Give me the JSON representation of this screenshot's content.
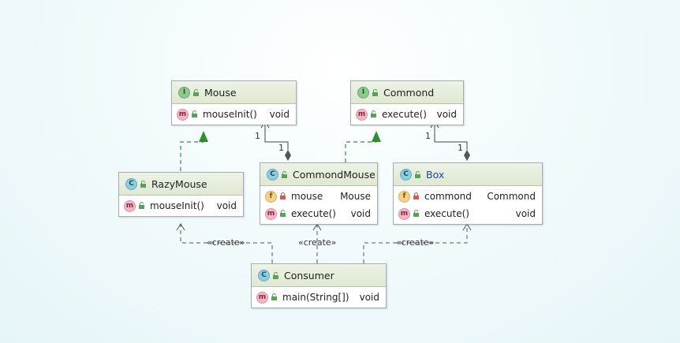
{
  "diagram": {
    "colors": {
      "link_dashed": "#3c8a3c",
      "arrowhead_realization": "#2f8f2f",
      "line": "#444444",
      "diamond": "#555555"
    },
    "classes": {
      "mouse": {
        "kind": "interface",
        "kind_badge": "I",
        "name": "Mouse",
        "members": [
          {
            "badge": "m",
            "name": "mouseInit()",
            "type": "void"
          }
        ]
      },
      "commond": {
        "kind": "interface",
        "kind_badge": "I",
        "name": "Commond",
        "members": [
          {
            "badge": "m",
            "name": "execute()",
            "type": "void"
          }
        ]
      },
      "razymouse": {
        "kind": "class",
        "kind_badge": "C",
        "name": "RazyMouse",
        "members": [
          {
            "badge": "m",
            "name": "mouseInit()",
            "type": "void"
          }
        ]
      },
      "commondmouse": {
        "kind": "class",
        "kind_badge": "C",
        "name": "CommondMouse",
        "members": [
          {
            "badge": "f",
            "name": "mouse",
            "type": "Mouse"
          },
          {
            "badge": "m",
            "name": "execute()",
            "type": "void"
          }
        ]
      },
      "box": {
        "kind": "class",
        "kind_badge": "C",
        "name": "Box",
        "members": [
          {
            "badge": "f",
            "name": "commond",
            "type": "Commond"
          },
          {
            "badge": "m",
            "name": "execute()",
            "type": "void"
          }
        ]
      },
      "consumer": {
        "kind": "class",
        "kind_badge": "C",
        "name": "Consumer",
        "members": [
          {
            "badge": "m",
            "name": "main(String[])",
            "type": "void"
          }
        ]
      }
    },
    "links": {
      "create_label": "«create»",
      "multiplicity_one": "1"
    }
  }
}
